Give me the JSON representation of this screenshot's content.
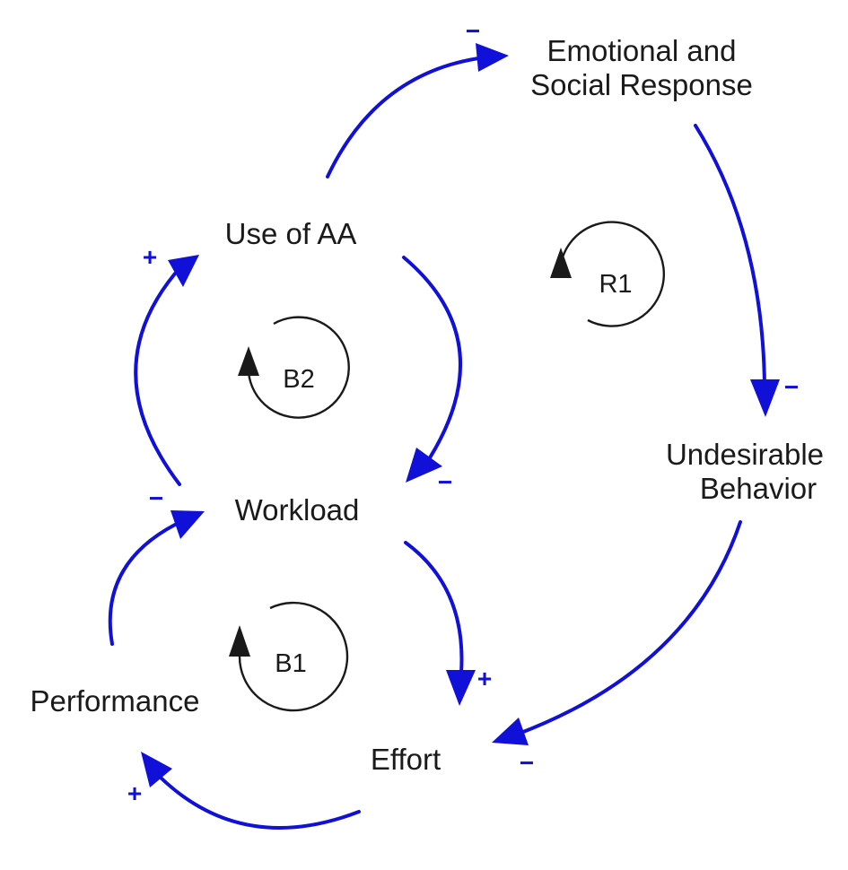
{
  "colors": {
    "link": "#1010d8",
    "loop": "#1a1a1a",
    "text": "#1a1a1a"
  },
  "nodes": {
    "emotional_line1": "Emotional and",
    "emotional_line2": "Social Response",
    "use_of_aa": "Use of AA",
    "workload": "Workload",
    "undesirable_line1": "Undesirable",
    "undesirable_line2": "Behavior",
    "performance": "Performance",
    "effort": "Effort"
  },
  "loops": {
    "r1": "R1",
    "b2": "B2",
    "b1": "B1"
  },
  "polarities": {
    "use_to_emotional": "−",
    "emotional_to_undesirable": "−",
    "undesirable_to_effort": "−",
    "workload_to_use": "+",
    "use_to_workload": "−",
    "workload_to_effort": "+",
    "performance_to_workload": "−",
    "effort_to_performance": "+"
  },
  "links": [
    {
      "from": "Use of AA",
      "to": "Emotional and Social Response",
      "polarity": "−"
    },
    {
      "from": "Emotional and Social Response",
      "to": "Undesirable Behavior",
      "polarity": "−"
    },
    {
      "from": "Undesirable Behavior",
      "to": "Effort",
      "polarity": "−"
    },
    {
      "from": "Workload",
      "to": "Use of AA",
      "polarity": "+"
    },
    {
      "from": "Use of AA",
      "to": "Workload",
      "polarity": "−"
    },
    {
      "from": "Workload",
      "to": "Effort",
      "polarity": "+"
    },
    {
      "from": "Performance",
      "to": "Workload",
      "polarity": "−"
    },
    {
      "from": "Effort",
      "to": "Performance",
      "polarity": "+"
    }
  ]
}
